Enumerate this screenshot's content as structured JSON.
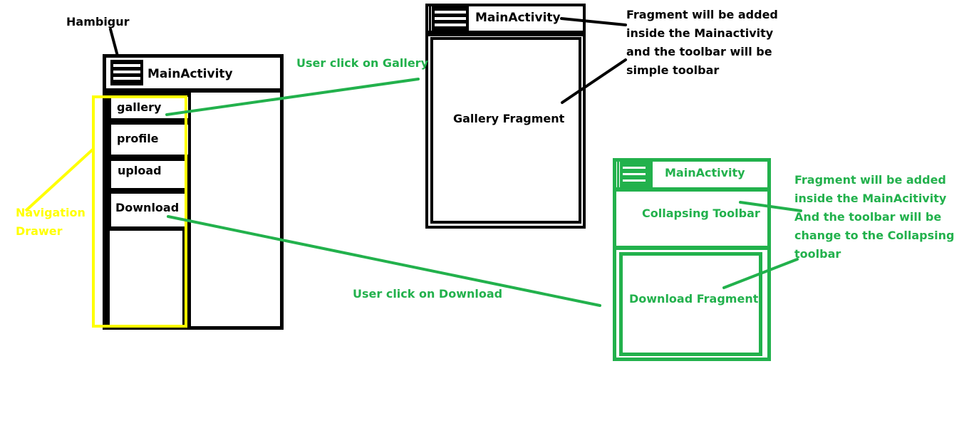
{
  "colors": {
    "black": "#000000",
    "green": "#22b14c",
    "yellow": "#ffff00"
  },
  "annotations": {
    "hamburger_label": "Hambigur",
    "navigation_drawer_label": "Navigation\nDrawer",
    "navigation_drawer_line1": "Navigation",
    "navigation_drawer_line2": "Drawer",
    "click_gallery": "User click on Gallery",
    "click_download": "User click on Download"
  },
  "main_screen": {
    "title": "MainActivity",
    "hamburger_icon": "hamburger-menu-icon",
    "drawer_items": [
      {
        "label": "gallery"
      },
      {
        "label": "profile"
      },
      {
        "label": "upload"
      },
      {
        "label": "Download"
      }
    ]
  },
  "gallery_screen": {
    "title": "MainActivity",
    "hamburger_icon": "hamburger-menu-icon",
    "fragment_label": "Gallery Fragment",
    "note_lines": [
      "Fragment will be added",
      "inside the Mainactivity",
      "and the toolbar will be",
      "simple toolbar"
    ]
  },
  "download_screen": {
    "title": "MainActivity",
    "hamburger_icon": "hamburger-menu-icon",
    "collapsing_toolbar_label": "Collapsing Toolbar",
    "fragment_label": "Download Fragment",
    "note_lines": [
      "Fragment will be added",
      "inside the MainAcitivity",
      "And the toolbar will be",
      "change to the Collapsing",
      "toolbar"
    ]
  }
}
